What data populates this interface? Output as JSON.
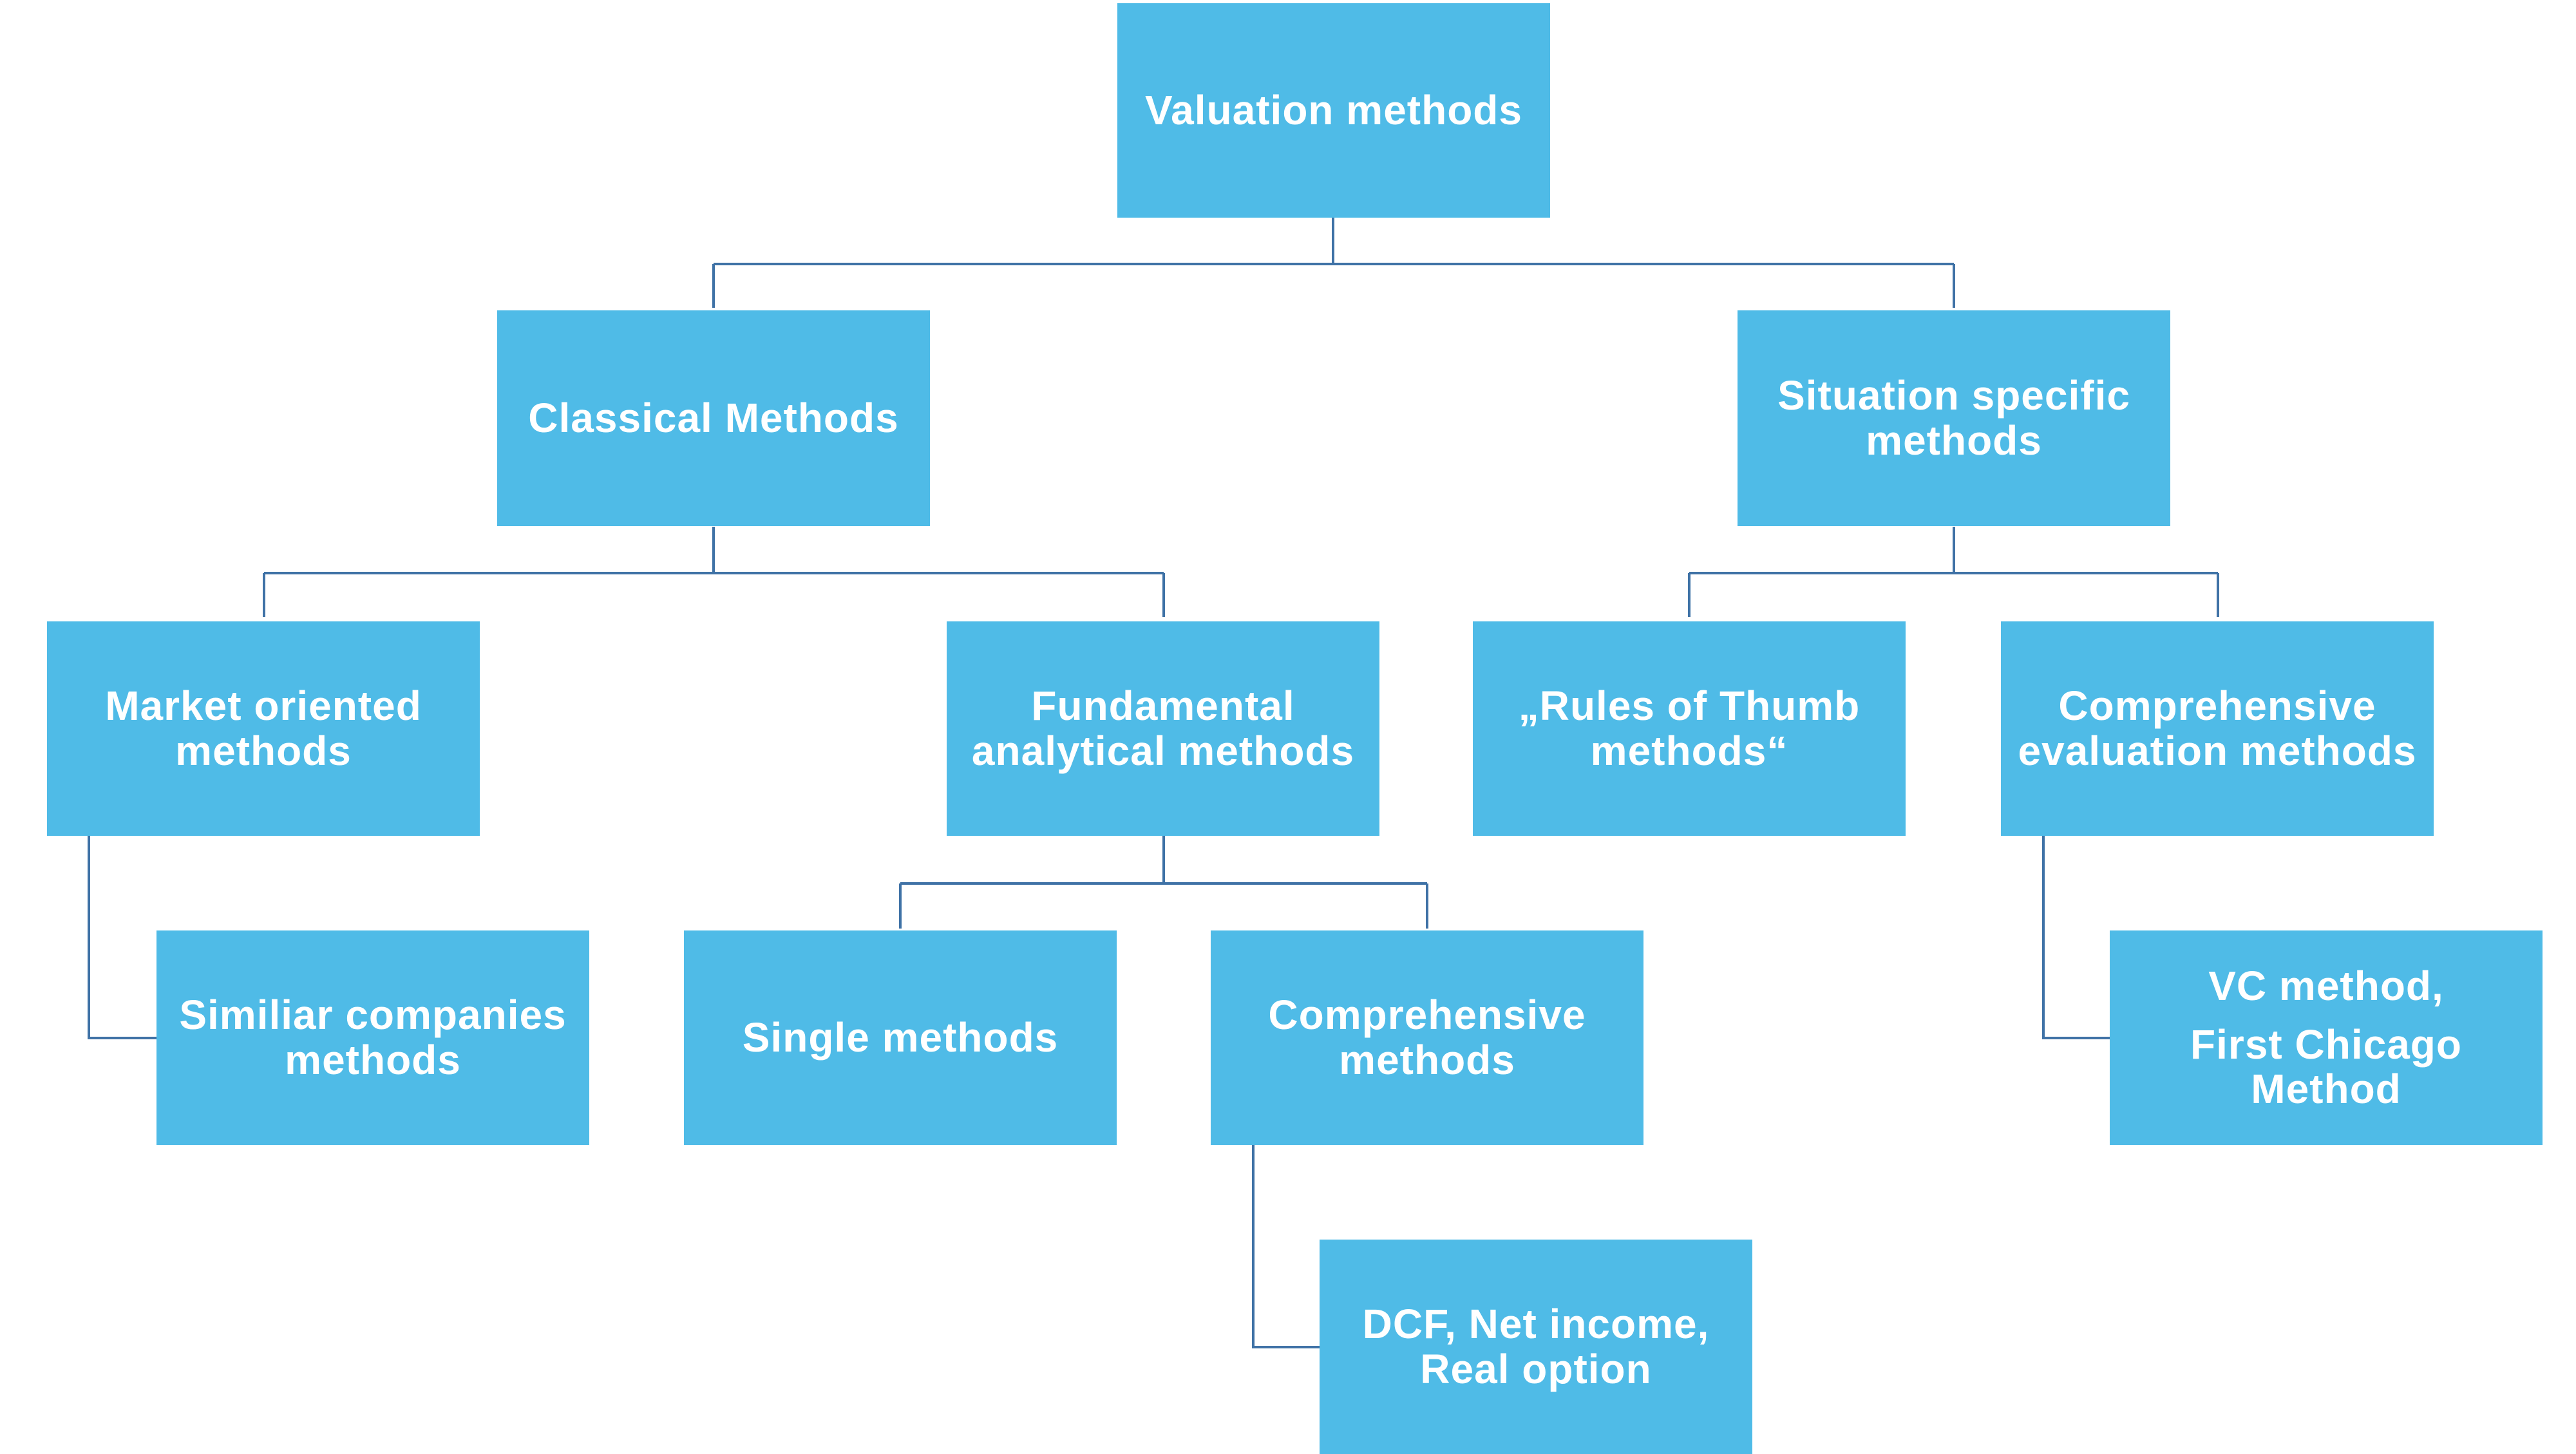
{
  "diagram": {
    "fill_color": "#4fbbe7",
    "line_color": "#3f72a6",
    "text_color": "#ffffff",
    "nodes": {
      "root": {
        "label": "Valuation methods"
      },
      "classical": {
        "label": "Classical Methods"
      },
      "situation": {
        "label": "Situation specific\nmethods"
      },
      "market": {
        "label": "Market oriented\nmethods"
      },
      "fundamental": {
        "label": "Fundamental\nanalytical methods"
      },
      "rules": {
        "label": "„Rules of Thumb\nmethods“"
      },
      "comp_eval": {
        "label": "Comprehensive\nevaluation methods"
      },
      "similar": {
        "label": "Similiar companies\nmethods"
      },
      "single": {
        "label": "Single methods"
      },
      "comprehensive": {
        "label": "Comprehensive\nmethods"
      },
      "vc": {
        "line1": "VC method,",
        "line2": "First Chicago\nMethod"
      },
      "dcf": {
        "label": "DCF, Net income,\nReal option"
      }
    }
  }
}
